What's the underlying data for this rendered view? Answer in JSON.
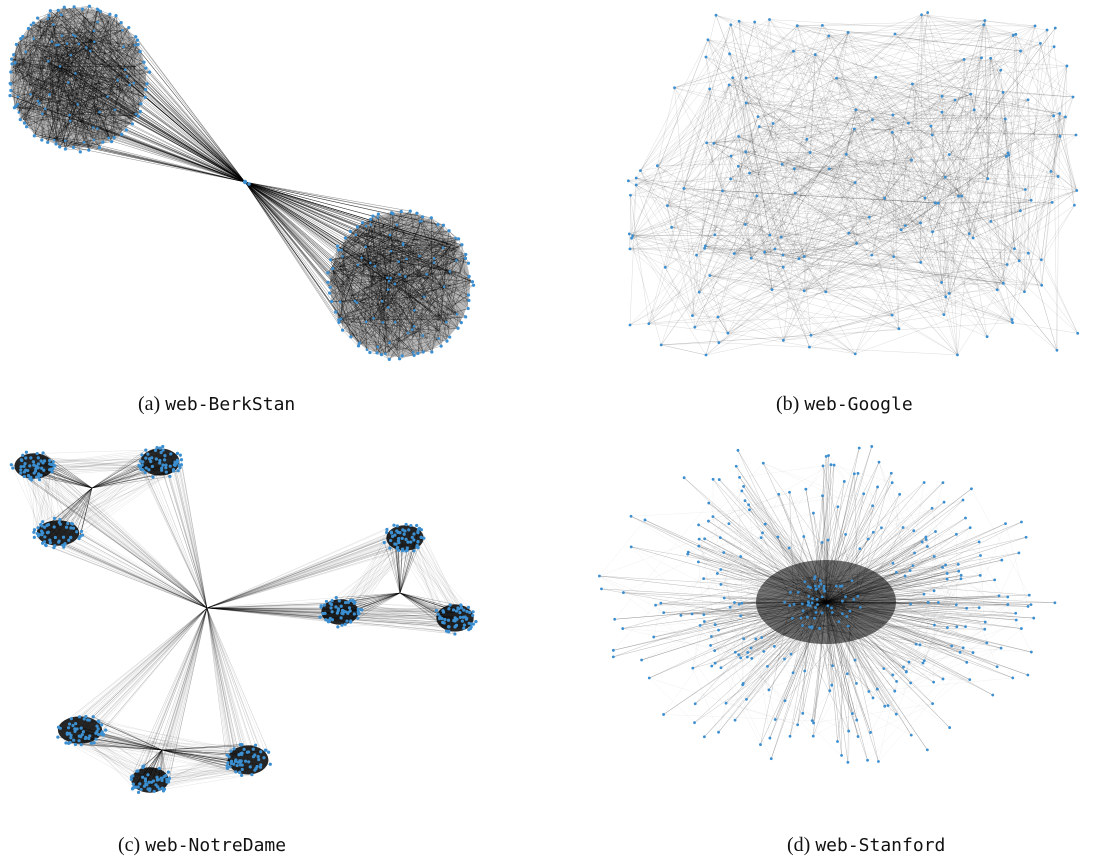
{
  "figure": {
    "panels": [
      {
        "id": "a",
        "label": "(a)",
        "name": "web-BerkStan"
      },
      {
        "id": "b",
        "label": "(b)",
        "name": "web-Google"
      },
      {
        "id": "c",
        "label": "(c)",
        "name": "web-NotreDame"
      },
      {
        "id": "d",
        "label": "(d)",
        "name": "web-Stanford"
      }
    ],
    "colors": {
      "node": "#3b8fd1",
      "edge": "#000000"
    }
  }
}
